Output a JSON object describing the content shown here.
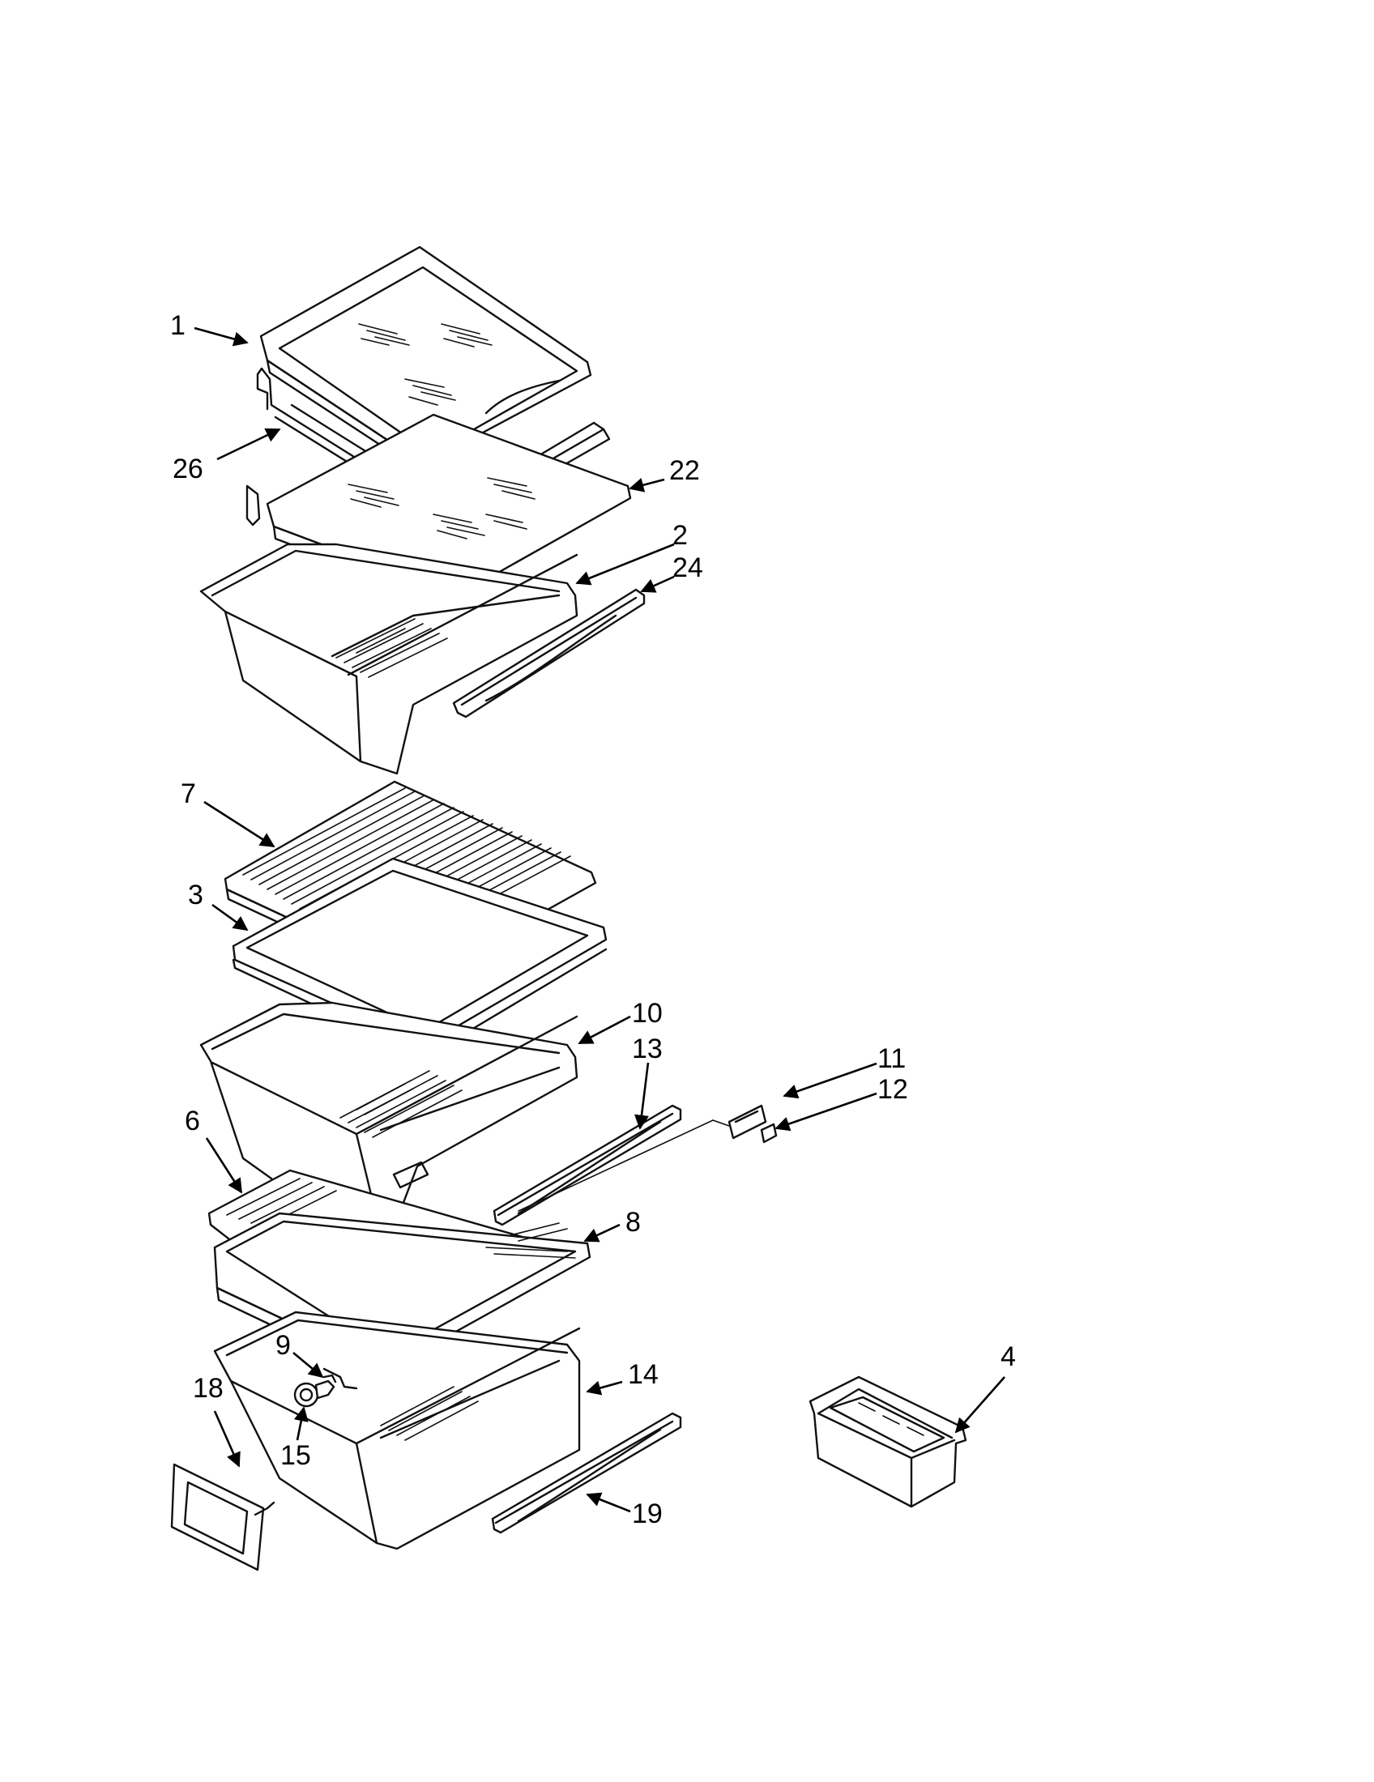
{
  "diagram": {
    "type": "exploded-parts-diagram",
    "callouts": [
      {
        "id": "c1",
        "label": "1"
      },
      {
        "id": "c26",
        "label": "26"
      },
      {
        "id": "c22",
        "label": "22"
      },
      {
        "id": "c2",
        "label": "2"
      },
      {
        "id": "c24",
        "label": "24"
      },
      {
        "id": "c7",
        "label": "7"
      },
      {
        "id": "c3",
        "label": "3"
      },
      {
        "id": "c10",
        "label": "10"
      },
      {
        "id": "c13",
        "label": "13"
      },
      {
        "id": "c11",
        "label": "11"
      },
      {
        "id": "c12",
        "label": "12"
      },
      {
        "id": "c6",
        "label": "6"
      },
      {
        "id": "c8",
        "label": "8"
      },
      {
        "id": "c9",
        "label": "9"
      },
      {
        "id": "c14",
        "label": "14"
      },
      {
        "id": "c4",
        "label": "4"
      },
      {
        "id": "c18",
        "label": "18"
      },
      {
        "id": "c15",
        "label": "15"
      },
      {
        "id": "c19",
        "label": "19"
      }
    ]
  }
}
